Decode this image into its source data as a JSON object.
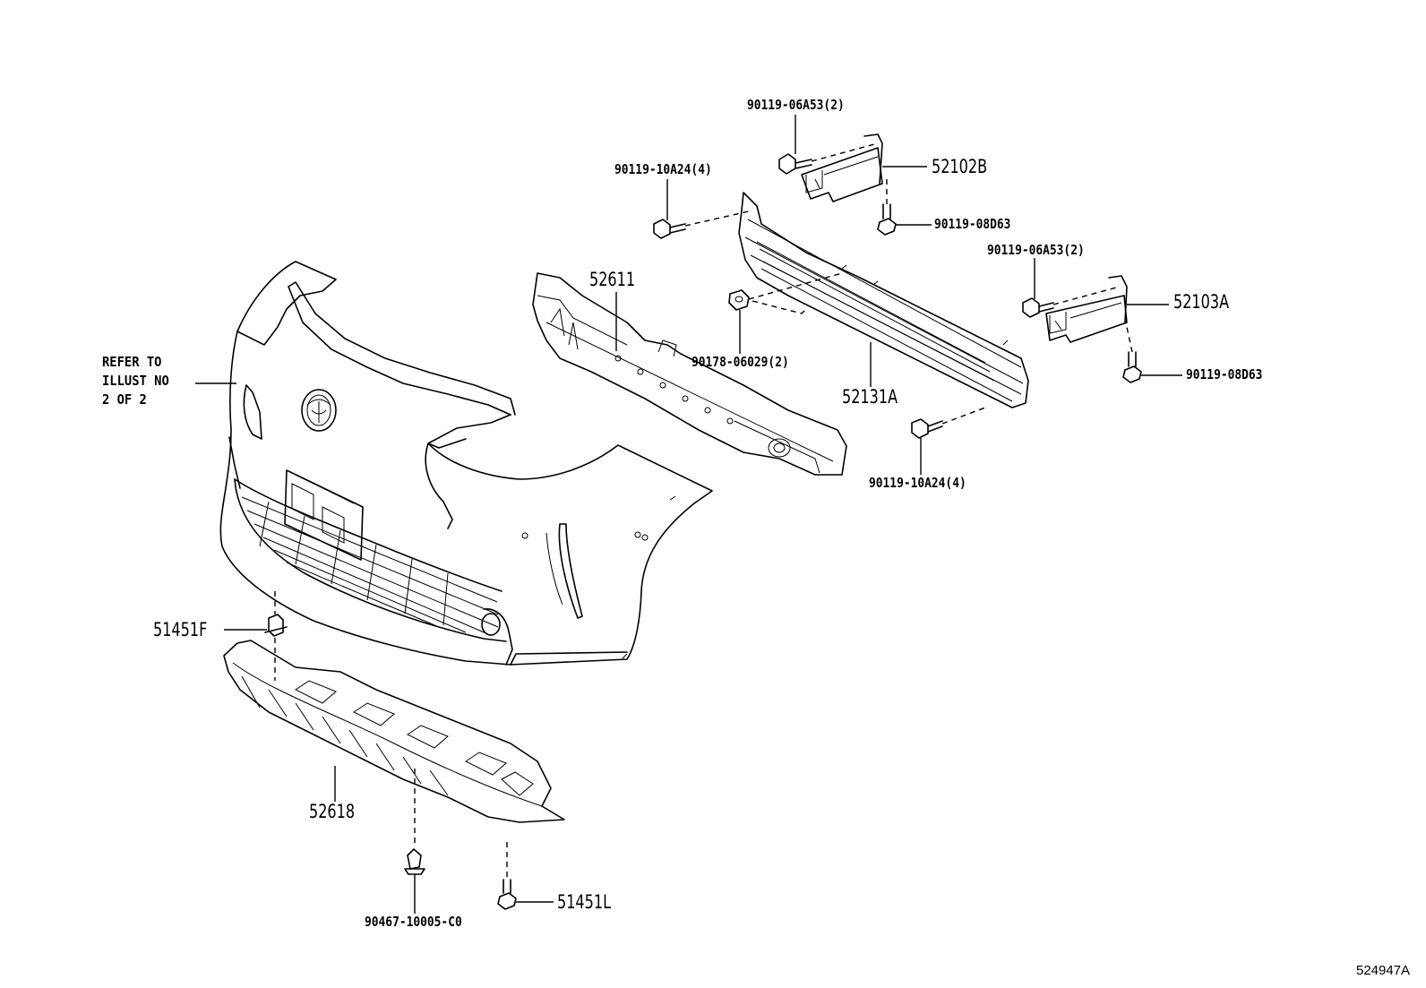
{
  "parts": {
    "p52102B": "52102B",
    "p52103A": "52103A",
    "p52611": "52611",
    "p52131A": "52131A",
    "p51451F": "51451F",
    "p52618": "52618",
    "p51451L": "51451L",
    "b9011906A53_top": "90119-06A53(2)",
    "b9011910A24_top": "90119-10A24(4)",
    "b9011908D63_top": "90119-08D63",
    "b9011906A53_right": "90119-06A53(2)",
    "b9017806029": "90178-06029(2)",
    "b9011908D63_right": "90119-08D63",
    "b9011910A24_bottom": "90119-10A24(4)",
    "b9046710005C0": "90467-10005-C0"
  },
  "refer": {
    "line1": "REFER TO",
    "line2": "ILLUST NO",
    "line3": "2 OF 2"
  },
  "figure_id": "524947A"
}
